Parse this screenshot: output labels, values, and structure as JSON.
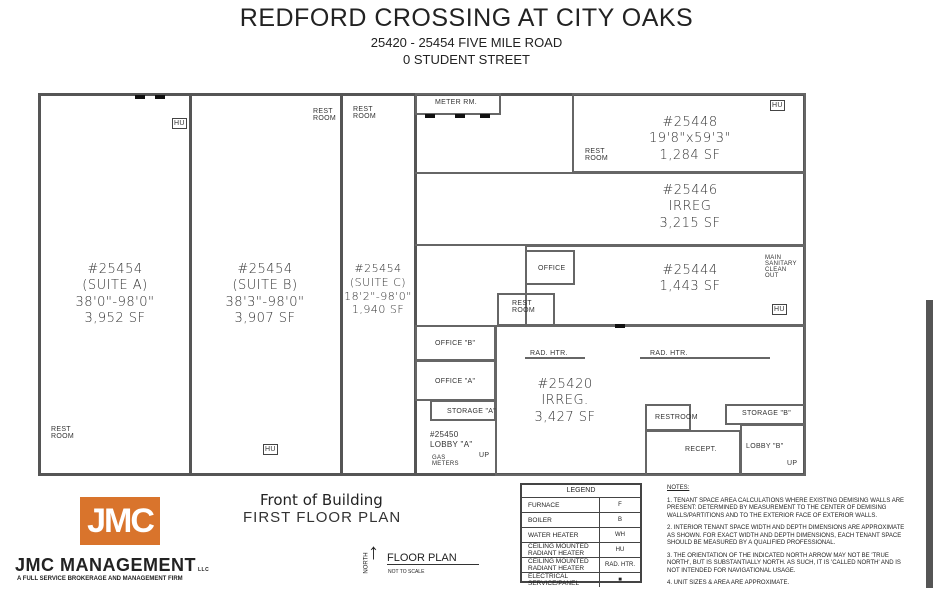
{
  "header": {
    "title": "REDFORD CROSSING AT CITY OAKS",
    "address": "25420 - 25454 FIVE MILE ROAD",
    "street": "0 STUDENT STREET"
  },
  "rooms": {
    "suite_a": {
      "num": "#25454",
      "name": "(SUITE A)",
      "dims": "38'0\"-98'0\"",
      "area": "3,952 SF"
    },
    "suite_b": {
      "num": "#25454",
      "name": "(SUITE B)",
      "dims": "38'3\"-98'0\"",
      "area": "3,907 SF"
    },
    "suite_c": {
      "num": "#25454",
      "name": "(SUITE C)",
      "dims": "18'2\"-98'0\"",
      "area": "1,940 SF"
    },
    "u25448": {
      "num": "#25448",
      "dims": "19'8\"x59'3\"",
      "area": "1,284 SF"
    },
    "u25446": {
      "num": "#25446",
      "name": "IRREG",
      "area": "3,215 SF"
    },
    "u25444": {
      "num": "#25444",
      "area": "1,443 SF"
    },
    "u25420": {
      "num": "#25420",
      "name": "IRREG.",
      "area": "3,427 SF"
    },
    "u25450": {
      "num": "#25450",
      "name": "LOBBY \"A\"",
      "gas": "GAS METERS"
    }
  },
  "labels": {
    "meter": "METER RM.",
    "rest": "REST ROOM",
    "office": "OFFICE",
    "office_a": "OFFICE \"A\"",
    "office_b": "OFFICE \"B\"",
    "storage_a": "STORAGE \"A\"",
    "storage_b": "STORAGE \"B\"",
    "restroom": "RESTROOM",
    "recept": "RECEPT.",
    "lobby_b": "LOBBY \"B\"",
    "rad": "RAD. HTR.",
    "sanitary": "MAIN SANITARY CLEAN OUT",
    "up": "UP",
    "hu": "HU"
  },
  "footer": {
    "front": "Front of Building",
    "plan": "FIRST FLOOR PLAN",
    "north": "NORTH",
    "floor_plan": "FLOOR PLAN",
    "not_to_scale": "NOT TO SCALE"
  },
  "logo": {
    "mark": "JMC",
    "name": "JMC MANAGEMENT",
    "llc": "LLC",
    "tagline": "A FULL SERVICE BROKERAGE AND MANAGEMENT FIRM",
    "color": "#d9742c"
  },
  "legend": {
    "title": "LEGEND",
    "items": [
      {
        "label": "FURNACE",
        "symbol": "F"
      },
      {
        "label": "BOILER",
        "symbol": "B"
      },
      {
        "label": "WATER HEATER",
        "symbol": "WH"
      },
      {
        "label": "CEILING MOUNTED RADIANT HEATER",
        "symbol": "HU"
      },
      {
        "label": "CEILING MOUNTED RADIANT HEATER",
        "symbol": "RAD. HTR."
      },
      {
        "label": "ELECTRICAL SERVICE/PANEL",
        "symbol": "■"
      }
    ]
  },
  "notes": {
    "title": "NOTES:",
    "items": [
      "1. TENANT SPACE AREA CALCULATIONS WHERE EXISTING DEMISING WALLS ARE PRESENT: DETERMINED BY MEASUREMENT TO THE CENTER OF DEMISING WALLS/PARTITIONS AND TO THE EXTERIOR FACE OF EXTERIOR WALLS.",
      "2. INTERIOR TENANT SPACE WIDTH AND DEPTH DIMENSIONS ARE APPROXIMATE AS SHOWN. FOR EXACT WIDTH AND DEPTH DIMENSIONS, EACH TENANT SPACE SHOULD BE MEASURED BY A QUALIFIED PROFESSIONAL.",
      "3. THE ORIENTATION OF THE INDICATED NORTH ARROW MAY NOT BE 'TRUE NORTH', BUT IS SUBSTANTIALLY NORTH. AS SUCH, IT IS 'CALLED NORTH' AND IS NOT INTENDED FOR NAVIGATIONAL USAGE.",
      "4. UNIT SIZES & AREA ARE APPROXIMATE."
    ]
  }
}
